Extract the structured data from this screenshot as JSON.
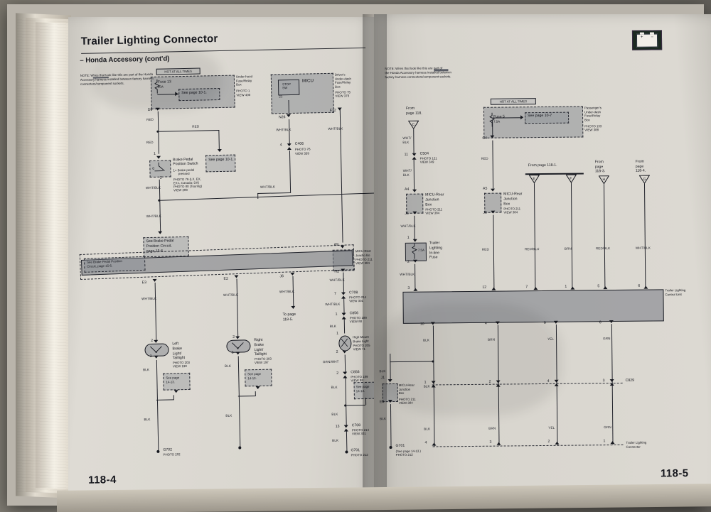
{
  "document": {
    "title": "Trailer Lighting Connector",
    "subtitle": "– Honda Accessory (cont'd)",
    "battery_icon": "battery-icon"
  },
  "left_page": {
    "page_number": "118-4",
    "note": "NOTE: Wires that look like this           are part of the Honda Accessory harness installed between factory harness connectors/component sockets.",
    "blocks": {
      "hot_at_all_times": "HOT AT ALL TIMES",
      "fuse13_label": "Fuse 13",
      "fuse13_rating": "20A",
      "see_page_10_1": "See page 10-1.",
      "under_hood_box": "Under-hood\nFuse/Relay\nBox",
      "under_hood_photo": "PHOTO 1",
      "under_hood_view": "VIEW 400",
      "micu": "MICU",
      "stop_sw": "STOP\nSW",
      "stop_sw_pin": "21",
      "drivers_box": "Driver's\nUnder-dash\nFuse/Relay\nBox",
      "drivers_photo": "PHOTO 75",
      "drivers_view": "VIEW 376",
      "brake_switch": "Brake Pedal\nPosition Switch",
      "brake_switch_note": "1= Brake pedal\n      pressed",
      "brake_switch_photo1": "PHOTO 79 (LX, EX,",
      "brake_switch_photo1b": "EX-L Canada: DX)",
      "brake_switch_photo2": "PHOTO 80 (Touring)",
      "brake_switch_view": "VIEW 209",
      "see_brake_circuit": "See Brake Pedal\nPosition Circuit,\npage 15-6.",
      "see_brake_circuit2": "See Brake Pedal Position\nCircuit, page 15-6.",
      "micu_rear_jb": "MICU-Rear\nJunctio Bo",
      "micu_rear_jb_photo": "PHOTO 211",
      "micu_rear_jb_view": "VIEW 384",
      "to_page": "To page\n118-5.",
      "left_lamp": "Left\nBrake\nLight/\nTaillight",
      "left_lamp_photo": "PHOTO 203",
      "left_lamp_view": "VIEW 198",
      "right_lamp": "Right\nBrake\nLight/\nTaillight",
      "right_lamp_photo": "PHOTO 203",
      "right_lamp_view": "VIEW 197",
      "high_mount": "High Mount\nBrake Light",
      "high_mount_photo": "PHOTO 205",
      "high_mount_view": "VIEW 71",
      "see_page_14_13": "See page\n14-13.",
      "g702": "G702",
      "g702_photo": "PHOTO 202",
      "g701": "G701",
      "g701_photo": "PHOTO 212"
    },
    "connectors": [
      {
        "pin": "D9",
        "name": "D9"
      },
      {
        "pin": "N26",
        "name": "N26"
      },
      {
        "pin": "F12",
        "name": "F12"
      },
      {
        "pin": "4",
        "name": "C406",
        "photo": "PHOTO 76",
        "view": "VIEW 339"
      },
      {
        "pin": "A9",
        "name": "A9"
      },
      {
        "pin": "H2",
        "name": "H2"
      },
      {
        "pin": "7",
        "name": "C708",
        "photo": "PHOTO 214",
        "view": "VIEW 301"
      },
      {
        "pin": "1",
        "name": "C856",
        "photo": "PHOTO 189",
        "view": "VIEW 88"
      },
      {
        "pin": "2",
        "name": "C856",
        "photo": "PHOTO 189",
        "view": "VIEW 88"
      },
      {
        "pin": "13",
        "name": "C708",
        "photo": "PHOTO 214",
        "view": "VIEW 301"
      },
      {
        "pin": "E3",
        "name": "E3"
      },
      {
        "pin": "E2",
        "name": "E2"
      },
      {
        "pin": "J6",
        "name": "J6"
      }
    ],
    "wire_labels": [
      "RED",
      "RED",
      "RED",
      "WHT/BLK",
      "WHT/BLK",
      "WHT/BLK",
      "WHT/BLK",
      "WHT/BLK",
      "WHT/BLK",
      "WHT/BLK",
      "WHT/BLK",
      "BLK",
      "BLK",
      "BLK",
      "BLK",
      "BLK",
      "GRN/WHT"
    ]
  },
  "right_page": {
    "page_number": "118-5",
    "note": "NOTE: Wires that look like this           are part of\nthe Honda Accessory harness installed between\nfactory harness connectors/component sockets.",
    "blocks": {
      "from_page_118": "From\npage 118.",
      "from_page_118_tag": "C",
      "hot_at_all_times": "HOT AT ALL TIMES",
      "fuse5_label": "Fuse 5",
      "fuse5_rating": "7.5A",
      "see_page_10_7": "See page 10-7",
      "passenger_box": "Passenger's\nUnder-dash\nFuse/Relay\nBox",
      "passenger_photo": "PHOTO 133",
      "passenger_view": "VIEW 388",
      "from_page_118_1": "From page 118-1.",
      "from_page_118_3": "From\npage\n118-3.",
      "from_page_118_4": "From\npage\n118-4.",
      "tag_e": "E",
      "tag_f": "F",
      "tag_h": "H",
      "tag_g": "G",
      "micu_rear_jb": "MICU-Rear\nJunction\nBox",
      "micu_rear_jb_photo": "PHOTO 211",
      "micu_rear_jb_view": "VIEW 384",
      "inline_fuse": "Trailer\nLighting\nIn-line\nFuse",
      "inline_fuse_rating": "7.5A",
      "control_unit": "Trailer Lighting\nControl Unit",
      "trailer_connector": "Trailer Lighting\nConnector",
      "c829": "C829",
      "g701": "G701",
      "g701_note": "(See page 14-13.)",
      "g701_photo": "PHOTO 212"
    },
    "connectors": [
      {
        "pin": "11",
        "name": "C504",
        "photo": "PHOTO 121",
        "view": "VIEW 349"
      },
      {
        "pin": "A4",
        "name": "A4"
      },
      {
        "pin": "J5",
        "name": "J5"
      },
      {
        "pin": "C4",
        "name": "C4"
      },
      {
        "pin": "A5",
        "name": "A5"
      },
      {
        "pin": "J8",
        "name": "J8"
      },
      {
        "pin": "J1",
        "name": "J1"
      },
      {
        "pin": "E8",
        "name": "E8"
      }
    ],
    "control_unit_top_pins": [
      {
        "pin": "3",
        "wire": "WHT/BLK"
      },
      {
        "pin": "12",
        "wire": "RED"
      },
      {
        "pin": "7",
        "wire": "RED/BLU"
      },
      {
        "pin": "1",
        "wire": "BRN"
      },
      {
        "pin": "5",
        "wire": "RED/BLK"
      },
      {
        "pin": "6",
        "wire": "WHT/BLK"
      }
    ],
    "control_unit_bottom_pins": [
      {
        "pin": "10",
        "wire": "BLK"
      },
      {
        "pin": "4",
        "wire": "BRN"
      },
      {
        "pin": "9",
        "wire": "YEL"
      },
      {
        "pin": "8",
        "wire": "GRN"
      }
    ],
    "c829_pins": [
      "1",
      "2",
      "4",
      "3"
    ],
    "trailer_connector_pins": [
      "4",
      "3",
      "2",
      "1"
    ],
    "wire_labels": [
      "WHT/BLK",
      "WHT/BLK",
      "RED",
      "WHT/BLK",
      "RED",
      "BLK",
      "BLK",
      "BLK",
      "BRN",
      "YEL",
      "GRN"
    ]
  }
}
